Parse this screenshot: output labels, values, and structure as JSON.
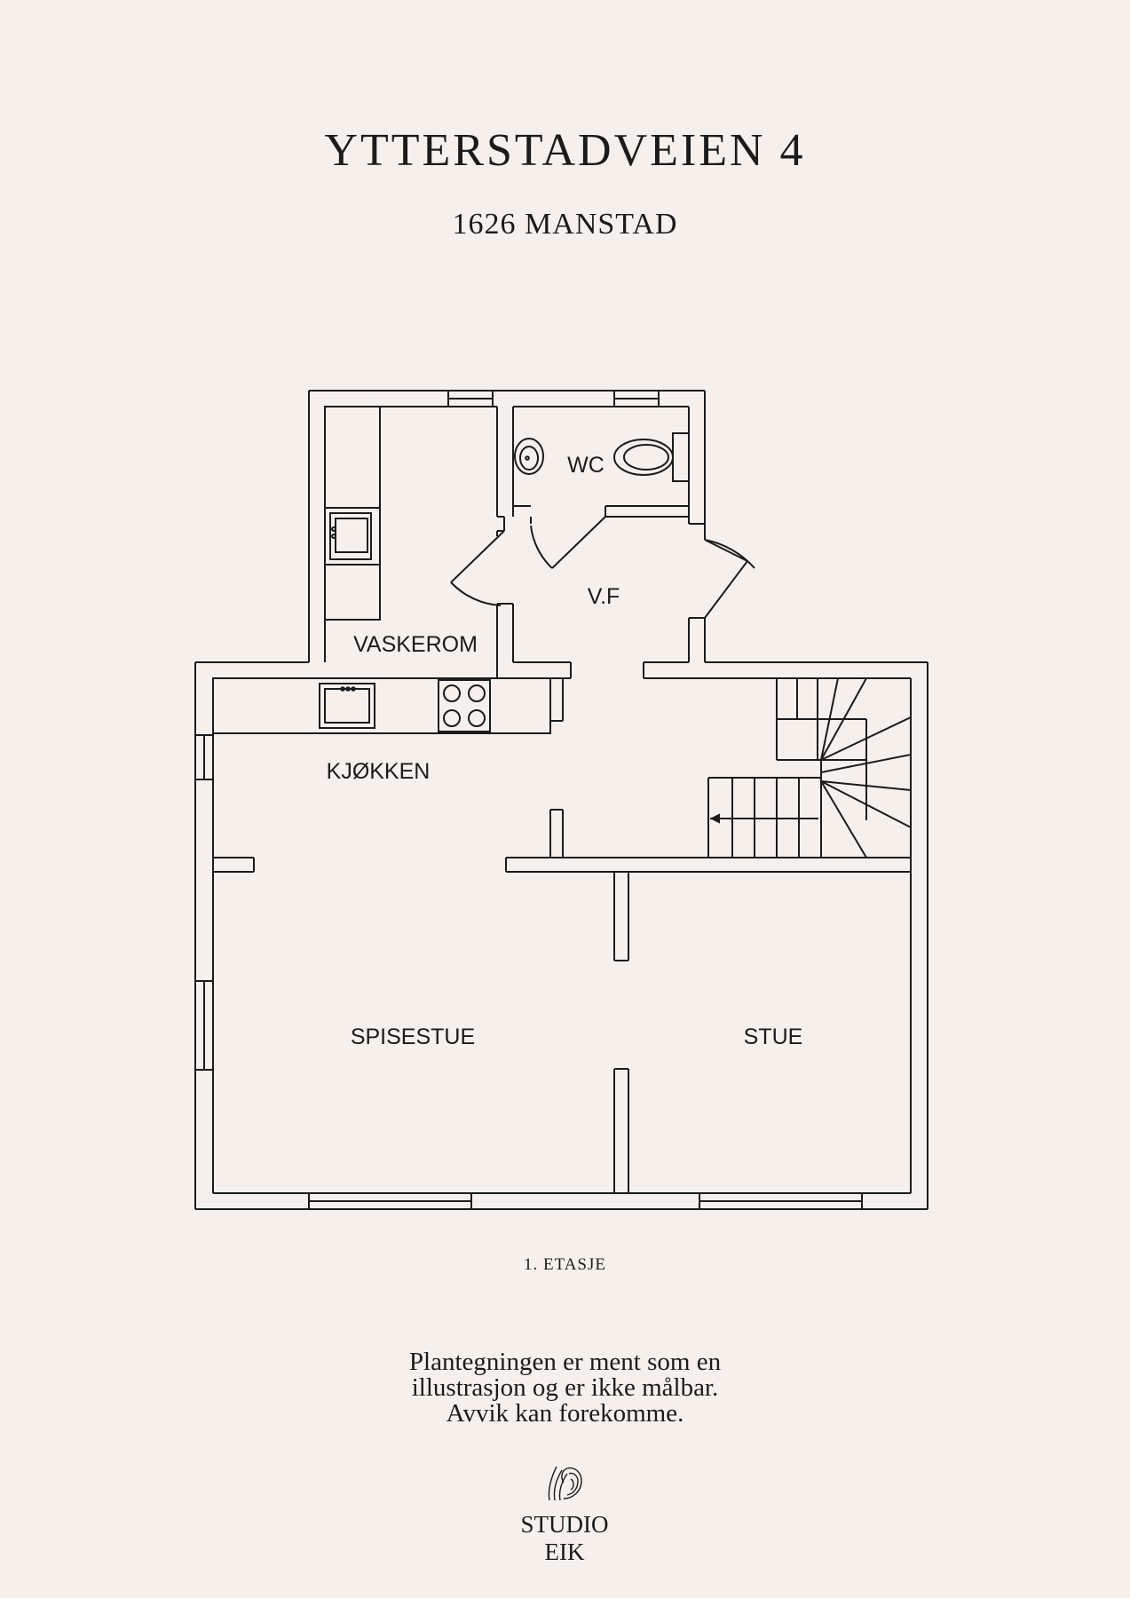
{
  "header": {
    "title": "YTTERSTADVEIEN 4",
    "subtitle": "1626 MANSTAD"
  },
  "rooms": {
    "wc": "WC",
    "vf": "V.F",
    "vaskerom": "VASKEROM",
    "kjokken": "KJØKKEN",
    "spisestue": "SPISESTUE",
    "stue": "STUE"
  },
  "floor_label": "1. ETASJE",
  "disclaimer": {
    "line1": "Plantegningen er ment som en",
    "line2": "illustrasjon og er ikke målbar.",
    "line3": "Avvik kan forekomme."
  },
  "logo": {
    "text": "STUDIO EIK",
    "icon": "leaf-logo-icon"
  },
  "colors": {
    "background": "#f6f0ed",
    "ink": "#1b1b1b"
  }
}
